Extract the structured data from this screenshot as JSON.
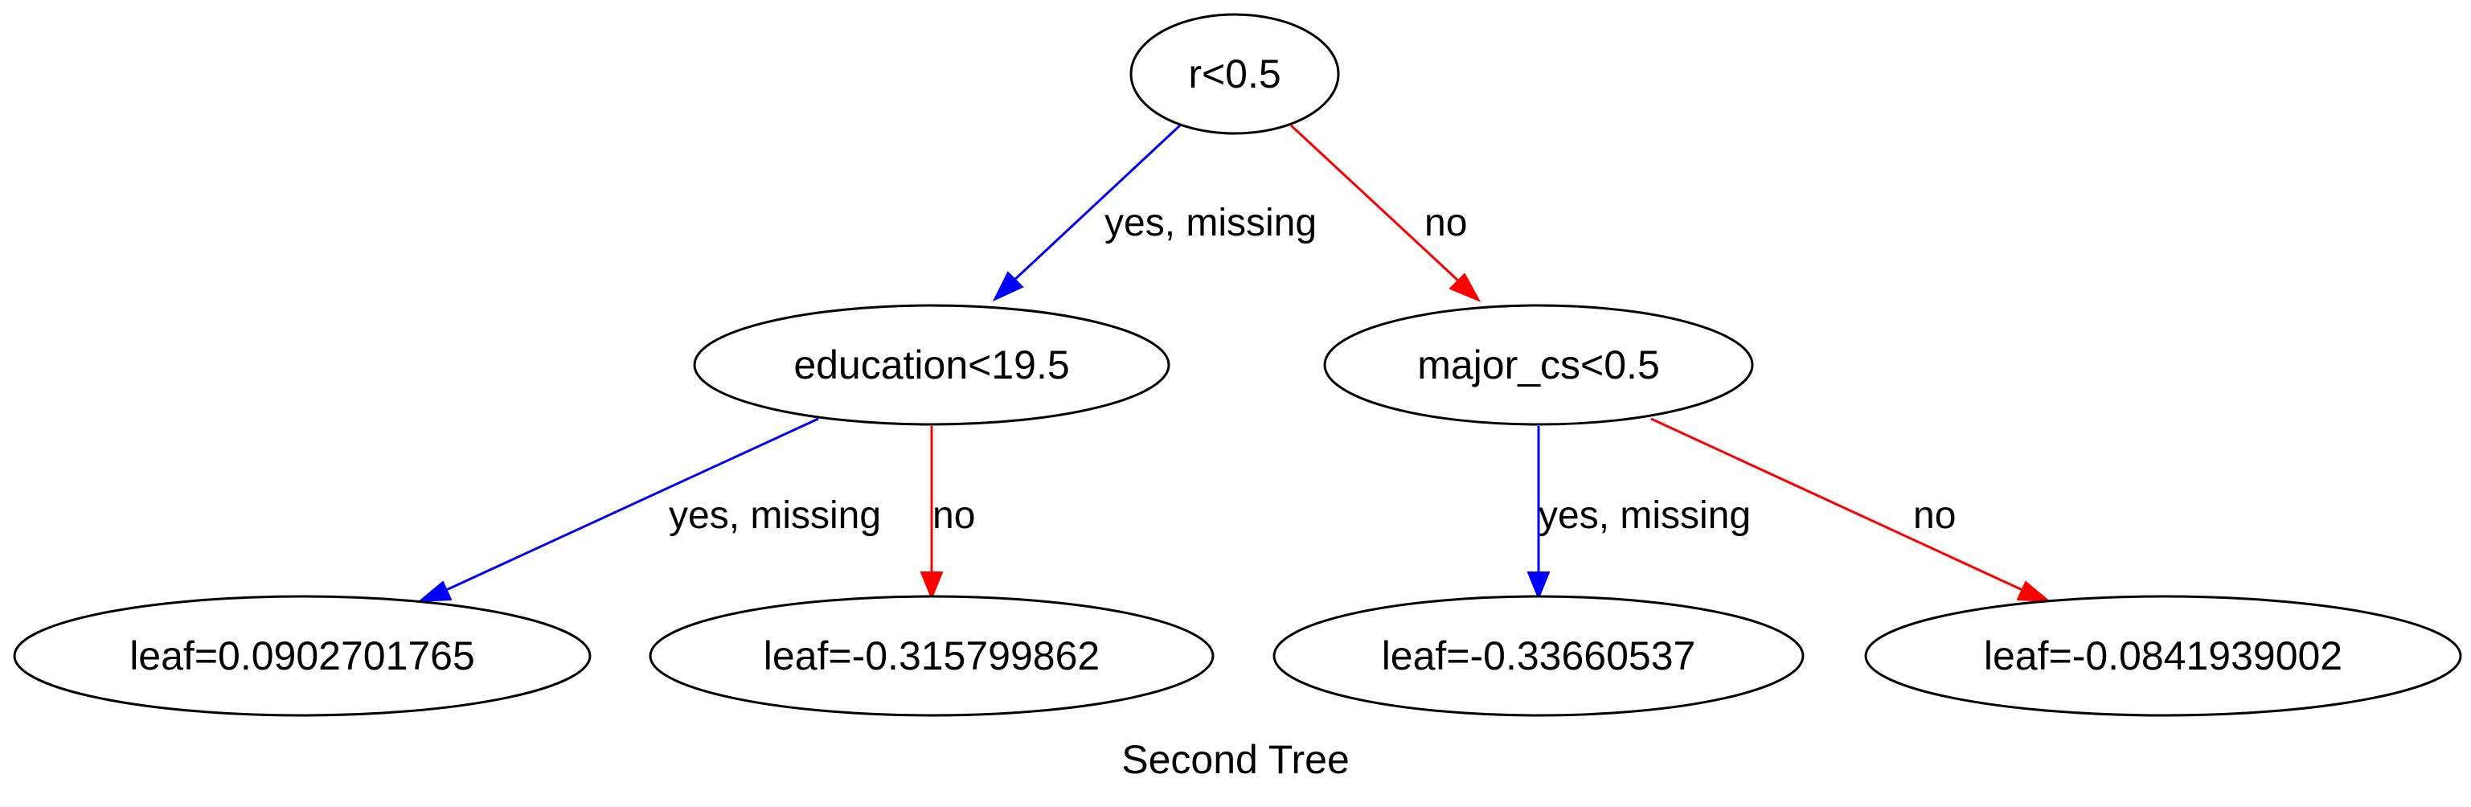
{
  "title": "Second Tree",
  "colors": {
    "yes_edge": "#0000ff",
    "no_edge": "#ff0000",
    "node_stroke": "#000000"
  },
  "nodes": {
    "root": "r<0.5",
    "education": "education<19.5",
    "major_cs": "major_cs<0.5",
    "leaf1": "leaf=0.0902701765",
    "leaf2": "leaf=-0.315799862",
    "leaf3": "leaf=-0.33660537",
    "leaf4": "leaf=-0.0841939002"
  },
  "edges": {
    "root_yes": "yes, missing",
    "root_no": "no",
    "education_yes": "yes, missing",
    "education_no": "no",
    "major_cs_yes": "yes, missing",
    "major_cs_no": "no"
  }
}
